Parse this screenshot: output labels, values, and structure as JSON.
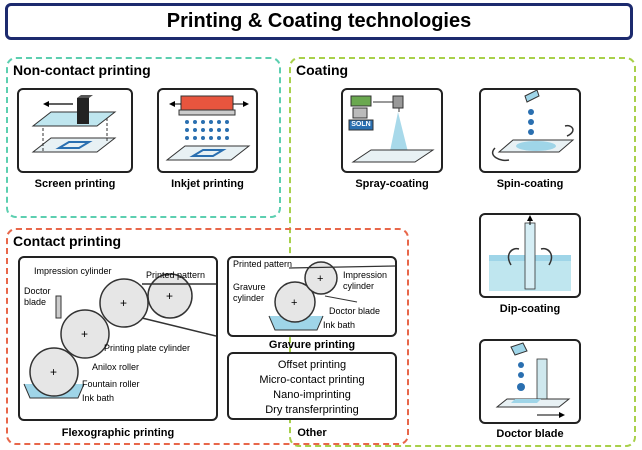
{
  "title": "Printing & Coating technologies",
  "colors": {
    "title_border": "#1c2a6e",
    "noncontact": "#5ccfb0",
    "coating": "#a8d04a",
    "contact": "#e8674a"
  },
  "non_contact": {
    "title": "Non-contact printing",
    "items": [
      {
        "caption": "Screen printing"
      },
      {
        "caption": "Inkjet printing"
      }
    ]
  },
  "coating": {
    "title": "Coating",
    "items": [
      {
        "caption": "Spray-coating",
        "badge": "SOLN"
      },
      {
        "caption": "Spin-coating"
      },
      {
        "caption": "Dip-coating"
      },
      {
        "caption": "Doctor blade"
      }
    ]
  },
  "contact": {
    "title": "Contact printing",
    "flexo": {
      "caption": "Flexographic printing",
      "labels": {
        "impression_cylinder": "Impression cylinder",
        "printed_pattern": "Printed pattern",
        "doctor_blade": "Doctor\nblade",
        "printing_plate_cylinder": "Printing plate cylinder",
        "anilox_roller": "Anilox roller",
        "fountain_roller": "Fountain roller",
        "ink_bath": "Ink bath"
      }
    },
    "gravure": {
      "caption": "Gravure printing",
      "labels": {
        "printed_pattern": "Printed pattern",
        "impression_cylinder": "Impression\ncylinder",
        "gravure_cylinder": "Gravure\ncylinder",
        "doctor_blade": "Doctor blade",
        "ink_bath": "Ink bath"
      }
    },
    "other": {
      "caption": "Other",
      "items": [
        "Offset printing",
        "Micro-contact printing",
        "Nano-imprinting",
        "Dry transferprinting"
      ]
    }
  }
}
